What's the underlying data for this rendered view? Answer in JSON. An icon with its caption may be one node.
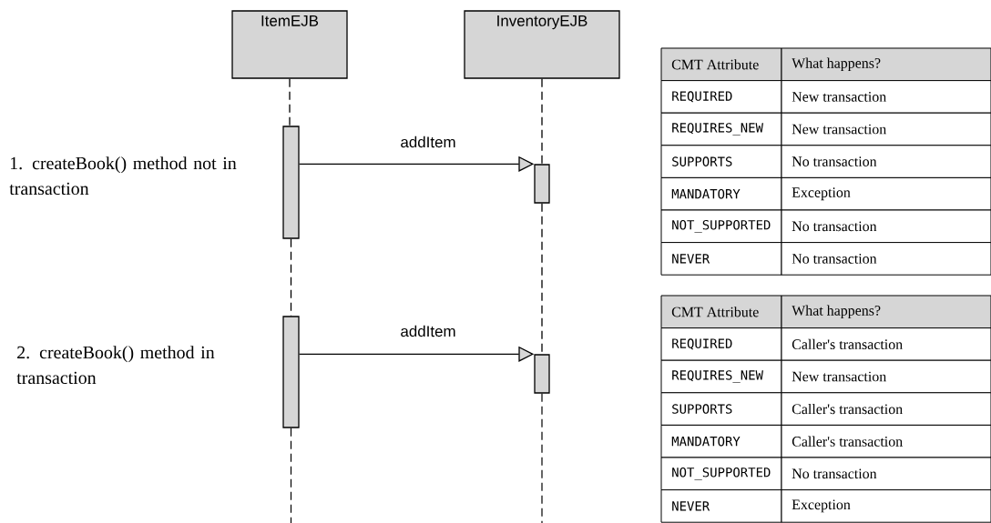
{
  "diagram": {
    "nodes": [
      {
        "text": [
          "ItemEJB"
        ]
      },
      {
        "text": [
          "InventoryEJB"
        ]
      },
      {
        "text": [],
        "shape": "bar"
      },
      {
        "text": [],
        "shape": "bar"
      },
      {
        "text": [],
        "shape": "bar"
      },
      {
        "text": [],
        "shape": "bar"
      }
    ],
    "edges": [
      {
        "from": 0,
        "to": 2,
        "arrow": "none",
        "style": "dashed"
      },
      {
        "from": 2,
        "to": 4,
        "arrow": "none",
        "style": "dashed"
      },
      {
        "from": 1,
        "to": 3,
        "arrow": "none",
        "style": "dashed"
      },
      {
        "from": 3,
        "to": 5,
        "arrow": "none",
        "style": "dashed"
      },
      {
        "from": 2,
        "to": 3,
        "arrow": "to",
        "label": "addItem"
      },
      {
        "from": 4,
        "to": 5,
        "arrow": "to",
        "label": "addItem"
      }
    ],
    "labels": [
      "1. createBook() method not in transaction",
      "2. createBook() method in transaction",
      "CMT Attribute",
      "What happens?",
      "REQUIRED",
      "New transaction",
      "REQUIRES_NEW",
      "New transaction",
      "SUPPORTS",
      "No transaction",
      "MANDATORY",
      "Exception",
      "NOT_SUPPORTED",
      "No transaction",
      "NEVER",
      "No transaction",
      "CMT Attribute",
      "What happens?",
      "REQUIRED",
      "Caller's transaction",
      "REQUIRES_NEW",
      "New transaction",
      "SUPPORTS",
      "Caller's transaction",
      "MANDATORY",
      "Caller's transaction",
      "NOT_SUPPORTED",
      "No transaction",
      "NEVER",
      "Exception"
    ]
  }
}
